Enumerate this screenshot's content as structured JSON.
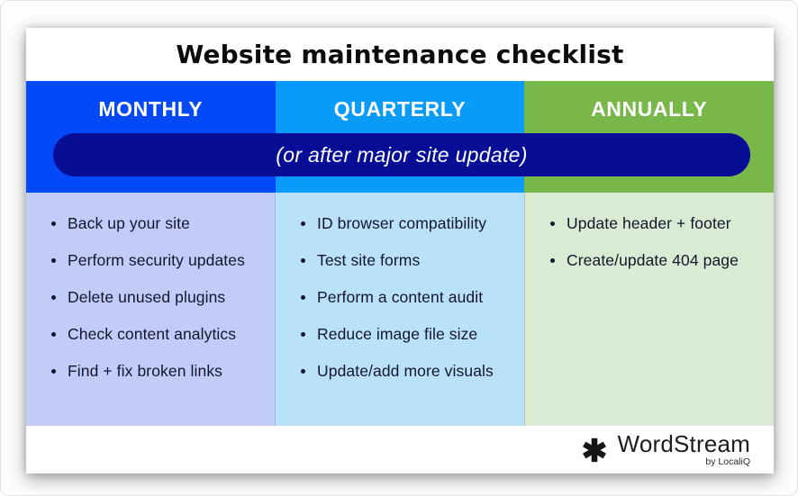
{
  "page": {
    "title": "Website maintenance checklist"
  },
  "banner": {
    "text": "(or after major site update)",
    "bg_color": "#070d94",
    "text_color": "#ffffff"
  },
  "columns": [
    {
      "label": "MONTHLY",
      "header_color": "#0449f8",
      "body_color": "#c2ccf8",
      "items": [
        "Back up your site",
        "Perform security updates",
        "Delete unused plugins",
        "Check content analytics",
        "Find + fix broken links"
      ]
    },
    {
      "label": "QUARTERLY",
      "header_color": "#089bf9",
      "body_color": "#b9e1fa",
      "items": [
        "ID browser compatibility",
        "Test site forms",
        "Perform a content audit",
        "Reduce image file size",
        "Update/add more visuals"
      ]
    },
    {
      "label": "ANNUALLY",
      "header_color": "#78b74a",
      "body_color": "#d9ebd2",
      "items": [
        "Update header + footer",
        "Create/update 404 page"
      ]
    }
  ],
  "footer": {
    "brand": "WordStream",
    "byline": "by LocaliQ",
    "logo_icon": "wordstream-asterisk-icon",
    "icon_color": "#161616"
  }
}
